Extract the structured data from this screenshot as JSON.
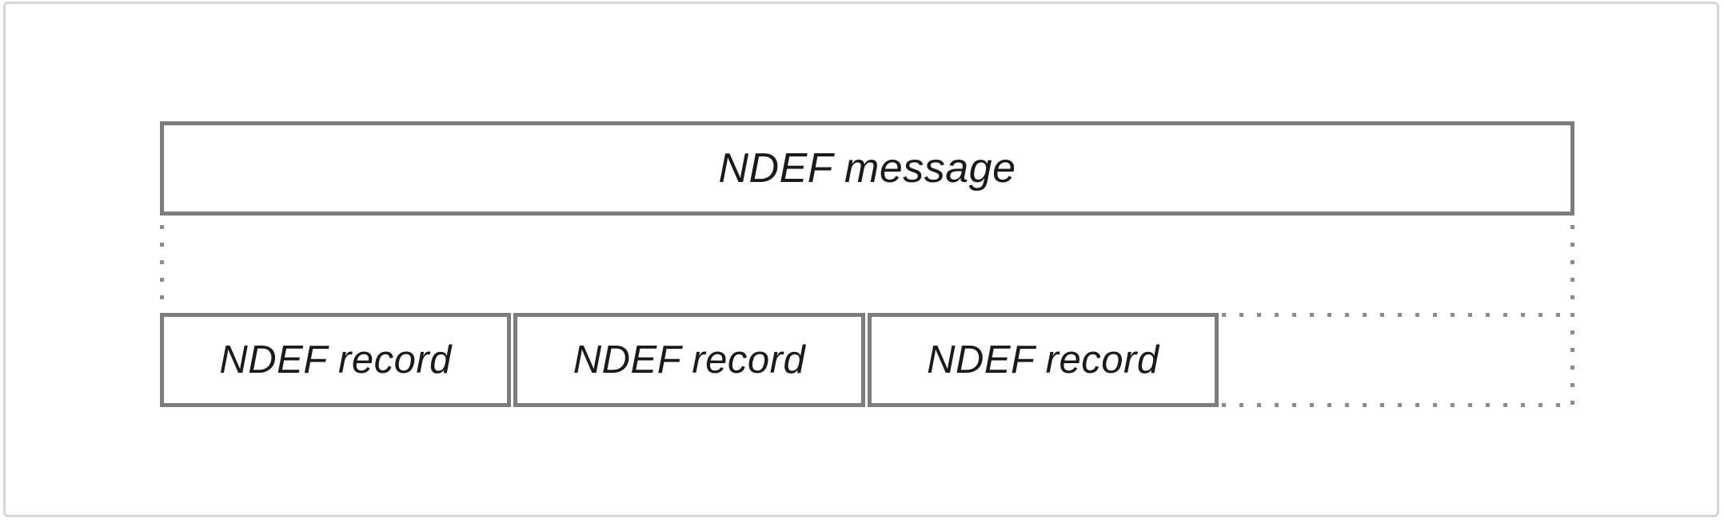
{
  "figure": {
    "message_box": {
      "label": "NDEF message"
    },
    "record_boxes": [
      {
        "label": "NDEF record"
      },
      {
        "label": "NDEF record"
      },
      {
        "label": "NDEF record"
      }
    ]
  },
  "colors": {
    "box_border": "#7d7d7d",
    "dotted_line": "#8c8c8c",
    "text": "#1a1a1a",
    "frame_border": "#d6d6d6",
    "background": "#ffffff"
  }
}
